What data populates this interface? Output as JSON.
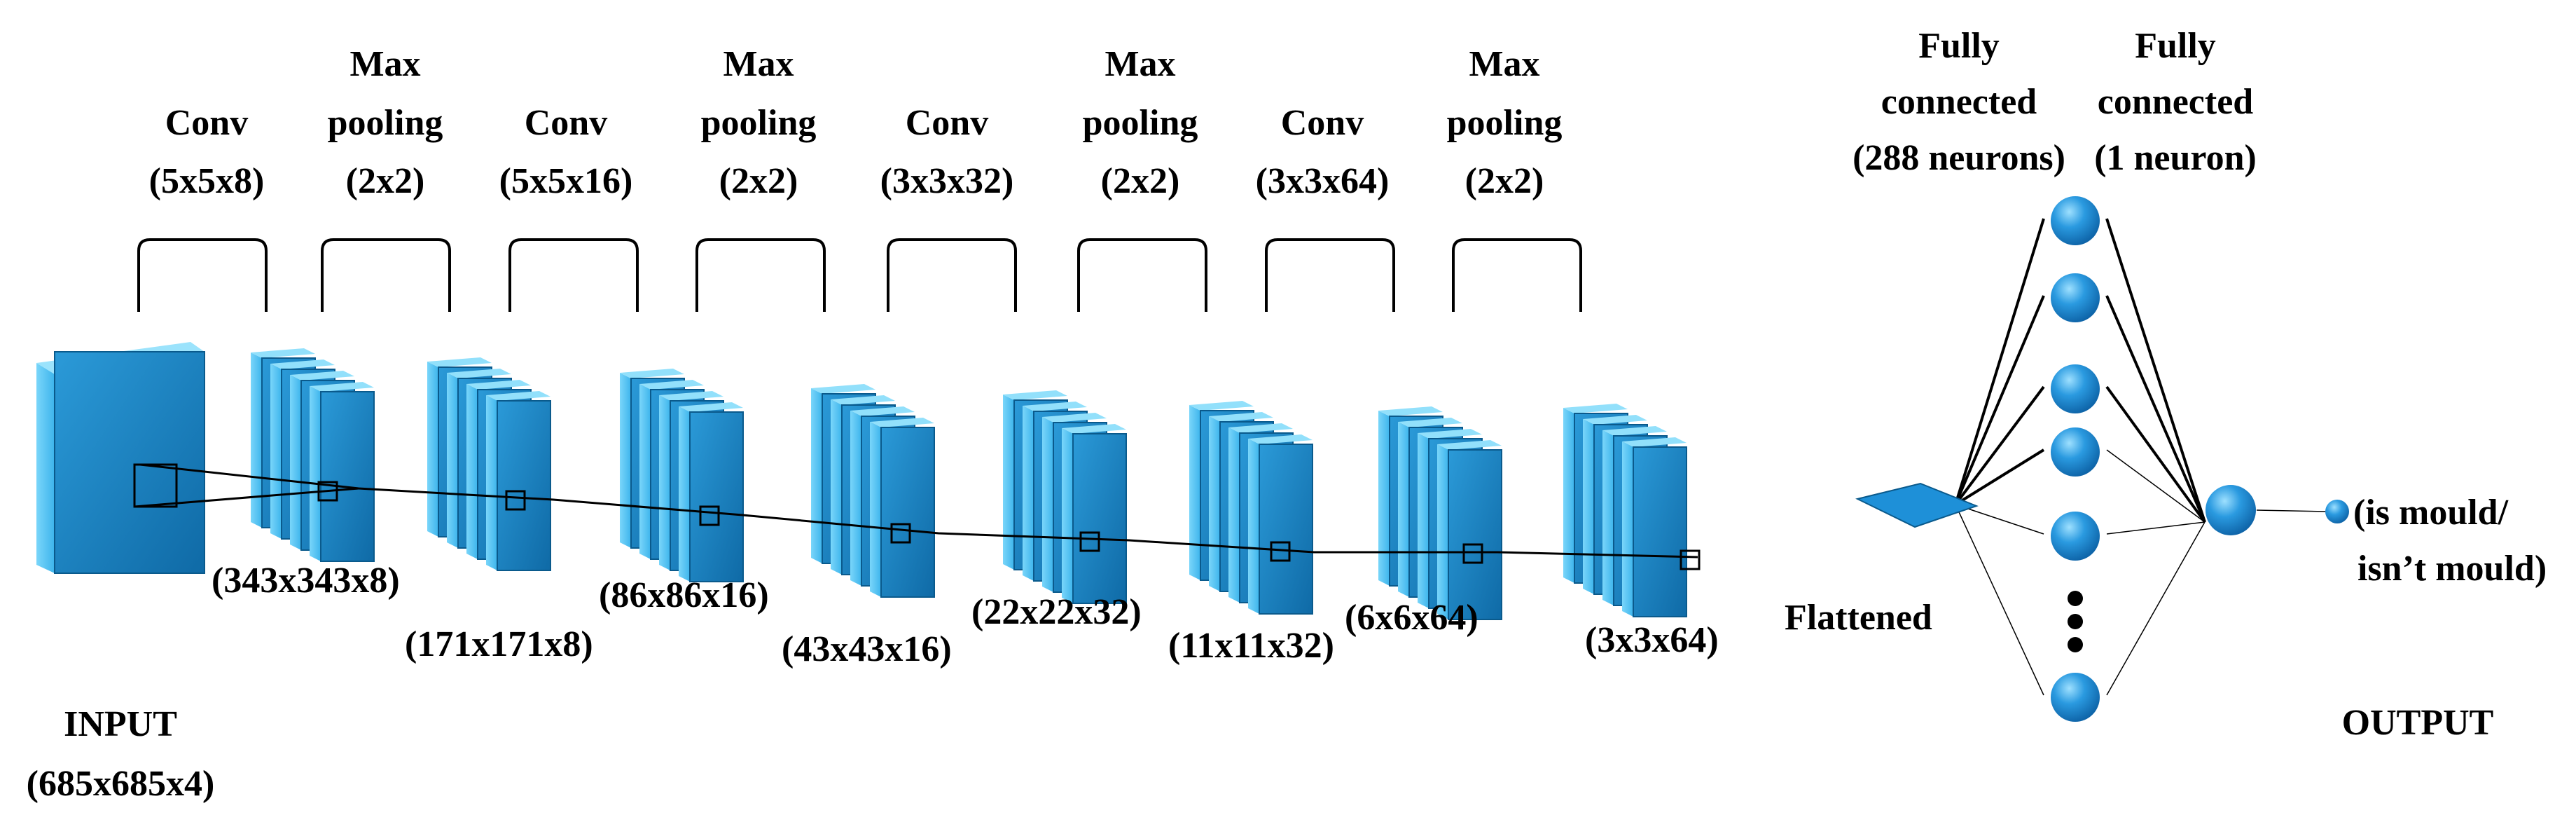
{
  "colors": {
    "face": "#1a85c8",
    "face_dark": "#0f6da8",
    "side_light": "#5fcaf5",
    "top_light": "#92e0fb",
    "edge": "#0a5a8c",
    "node": "#1a88d0",
    "node_shine": "#8fd6ff",
    "line": "#000000"
  },
  "layers": [
    {
      "name": "Conv",
      "size": "(5x5x8)"
    },
    {
      "name": "Max pooling",
      "name_line1": "Max",
      "name_line2": "pooling",
      "size": "(2x2)"
    },
    {
      "name": "Conv",
      "size": "(5x5x16)"
    },
    {
      "name": "Max pooling",
      "name_line1": "Max",
      "name_line2": "pooling",
      "size": "(2x2)"
    },
    {
      "name": "Conv",
      "size": "(3x3x32)"
    },
    {
      "name": "Max pooling",
      "name_line1": "Max",
      "name_line2": "pooling",
      "size": "(2x2)"
    },
    {
      "name": "Conv",
      "size": "(3x3x64)"
    },
    {
      "name": "Max pooling",
      "name_line1": "Max",
      "name_line2": "pooling",
      "size": "(2x2)"
    }
  ],
  "feature_maps": [
    "(343x343x8)",
    "(171x171x8)",
    "(86x86x16)",
    "(43x43x16)",
    "(22x22x32)",
    "(11x11x32)",
    "(6x6x64)",
    "(3x3x64)"
  ],
  "input": {
    "label": "INPUT",
    "size": "(685x685x4)"
  },
  "flattened": {
    "label": "Flattened"
  },
  "fc1": {
    "line1": "Fully",
    "line2": "connected",
    "line3": "(288 neurons)",
    "hidden_nodes": 6
  },
  "fc2": {
    "line1": "Fully",
    "line2": "connected",
    "line3": "(1 neuron)"
  },
  "output": {
    "label": "OUTPUT",
    "line1": "(is mould/",
    "line2": "isn’t mould)"
  },
  "icons": {
    "ellipsis": "vertical-dots-icon"
  }
}
